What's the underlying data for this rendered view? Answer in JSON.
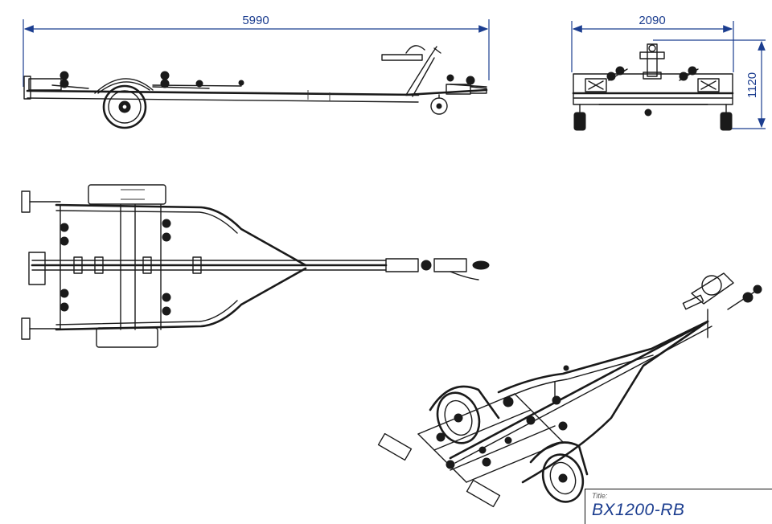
{
  "dimensions": {
    "side_length": "5990",
    "rear_width": "2090",
    "rear_height": "1120"
  },
  "title_block": {
    "label": "Title:",
    "value": "BX1200-RB"
  },
  "colors": {
    "dimension": "#1b3d8f",
    "line": "#1a1a1a"
  }
}
